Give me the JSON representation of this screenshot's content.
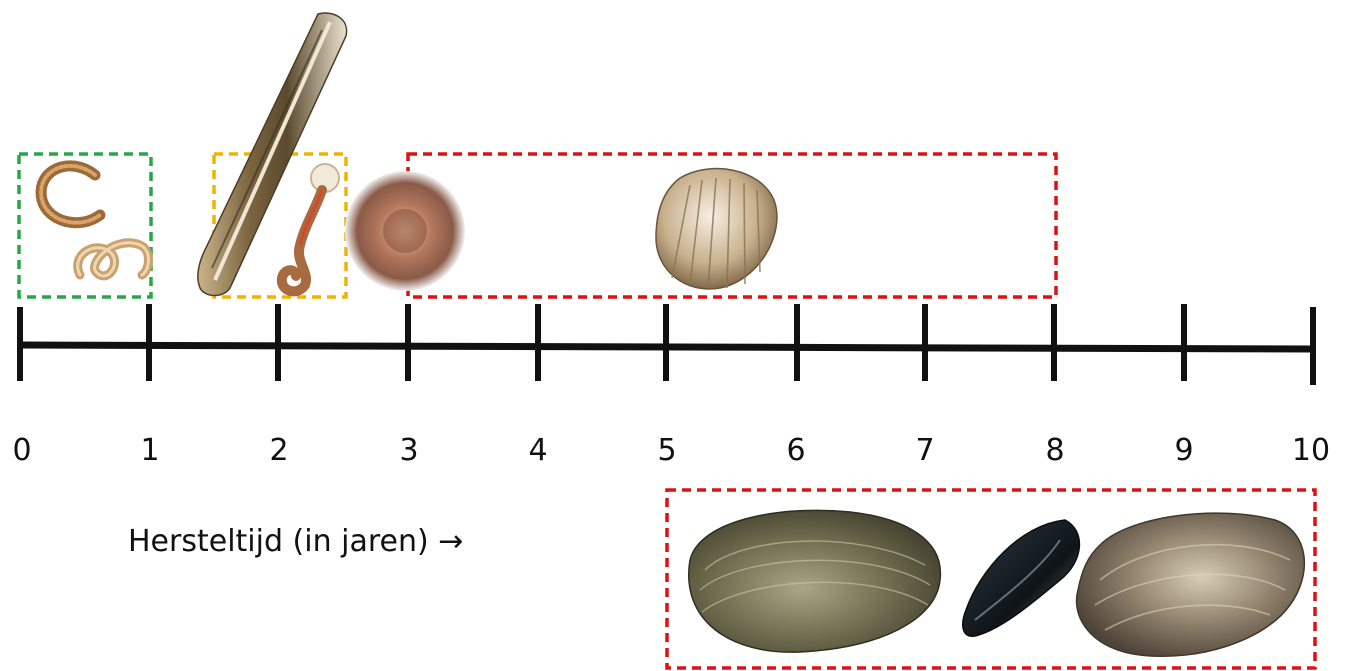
{
  "axis": {
    "ticks": [
      "0",
      "1",
      "2",
      "3",
      "4",
      "5",
      "6",
      "7",
      "8",
      "9",
      "10"
    ],
    "caption": "Hersteltijd (in jaren) →"
  },
  "colors": {
    "axis": "#111111",
    "green_box": "#27a745",
    "orange_box": "#f0b400",
    "red_box": "#dd1111"
  },
  "groups": [
    {
      "color": "green",
      "range_years": [
        0,
        1
      ],
      "organisms": [
        "worm-icon",
        "worm-icon"
      ]
    },
    {
      "color": "orange",
      "range_years": [
        1.5,
        2.5
      ],
      "organisms": [
        "razor-clam-icon",
        "tube-worm-icon"
      ]
    },
    {
      "color": "none",
      "range_years": [
        3,
        3
      ],
      "organisms": [
        "sea-anemone-icon"
      ]
    },
    {
      "color": "red",
      "range_years": [
        3,
        8
      ],
      "organisms": [
        "cockle-icon"
      ]
    },
    {
      "color": "red",
      "range_years": [
        5,
        10
      ],
      "organisms": [
        "soft-shell-clam-icon",
        "mussel-icon",
        "oyster-icon"
      ]
    }
  ]
}
